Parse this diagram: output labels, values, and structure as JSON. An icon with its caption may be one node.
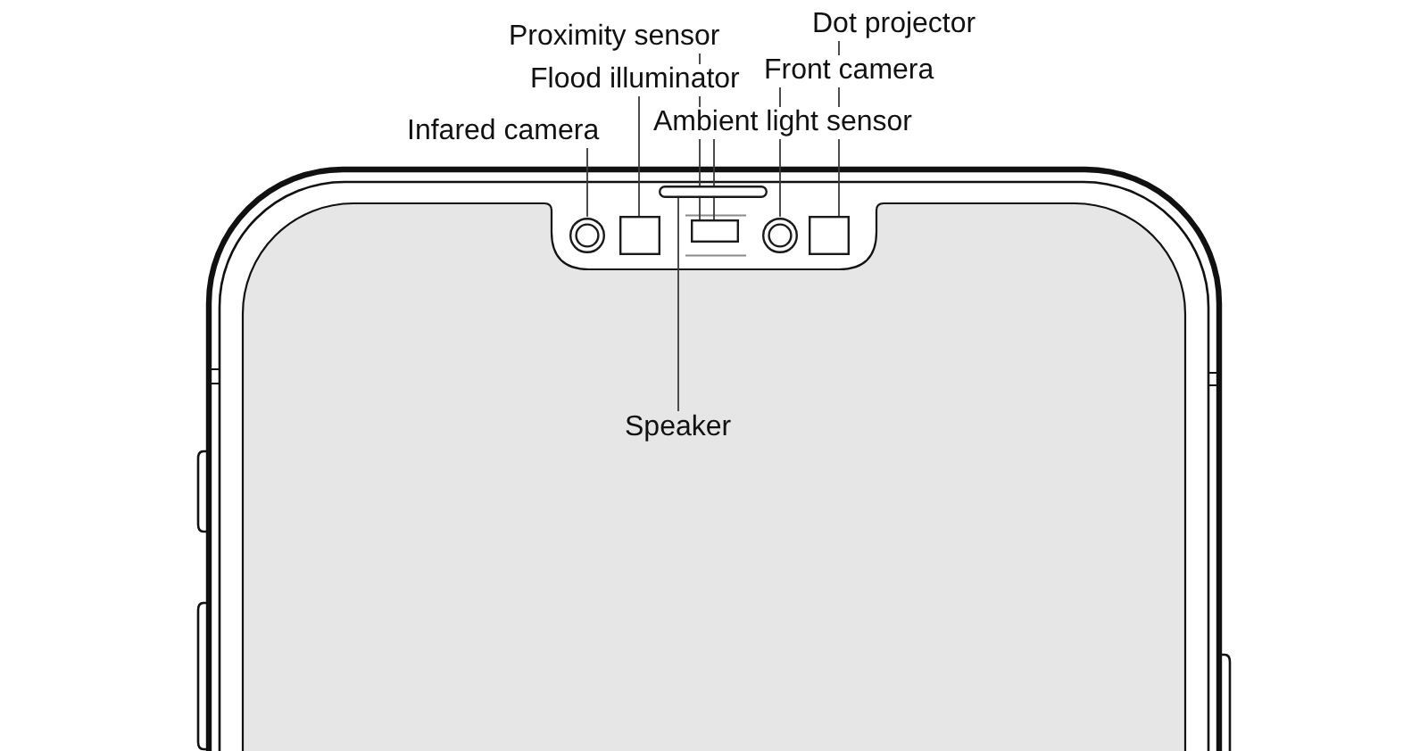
{
  "diagram": {
    "nodes": [
      {
        "text": [
          "Proximity sensor"
        ]
      },
      {
        "text": [
          "Dot projector"
        ]
      },
      {
        "text": [
          "Flood illuminator"
        ]
      },
      {
        "text": [
          "Front camera"
        ]
      },
      {
        "text": [
          "Infared camera"
        ]
      },
      {
        "text": [
          "Ambient light sensor"
        ]
      },
      {
        "text": [
          "Speaker"
        ]
      },
      {
        "text": [],
        "shape": "circle"
      },
      {
        "text": [],
        "shape": "box"
      },
      {
        "text": [],
        "shape": "bar"
      },
      {
        "text": [],
        "shape": "box"
      },
      {
        "text": [],
        "shape": "circle"
      },
      {
        "text": [],
        "shape": "box"
      }
    ],
    "edges": [
      {
        "from": 0,
        "to": 10,
        "arrow": "none"
      },
      {
        "from": 1,
        "to": 12,
        "arrow": "none"
      },
      {
        "from": 2,
        "to": 8,
        "arrow": "none"
      },
      {
        "from": 3,
        "to": 11,
        "arrow": "none"
      },
      {
        "from": 4,
        "to": 7,
        "arrow": "none"
      },
      {
        "from": 5,
        "to": 10,
        "arrow": "none"
      },
      {
        "from": 6,
        "to": 9,
        "arrow": "none"
      }
    ]
  }
}
